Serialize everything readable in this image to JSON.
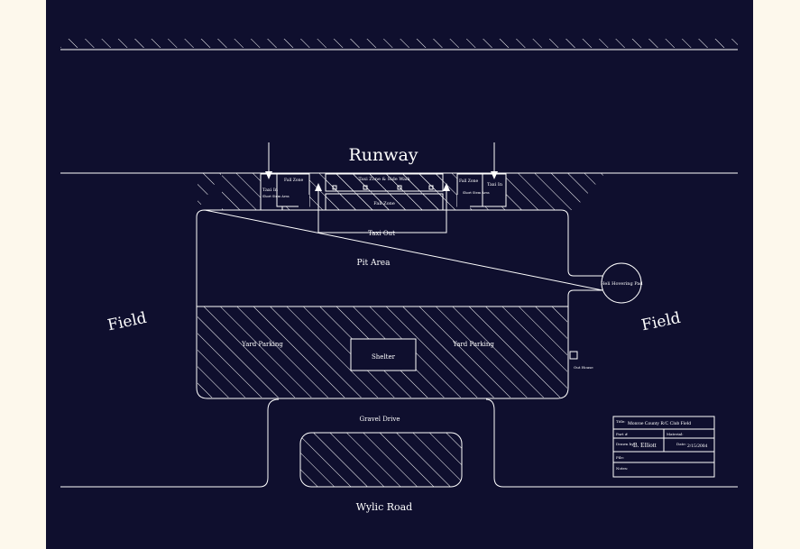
{
  "labels": {
    "runway": "Runway",
    "field_left": "Field",
    "field_right": "Field",
    "pit_area": "Pit Area",
    "taxi_out": "Taxi Out",
    "taxi_in_left": "Taxi In",
    "taxi_in_right": "Taxi In",
    "short_stem_left": "Short Stem Area",
    "short_stem_right": "Short Stem Area",
    "fall_left": "Fall Zone",
    "fall_right": "Fall Zone",
    "taxi_center_top": "Taxi Zone & Side Walk",
    "taxi_center_bottom": "Fall Zone",
    "heli_pad": "Heli Hovering Pad",
    "yard_parking_left": "Yard Parking",
    "yard_parking_right": "Yard Parking",
    "shelter": "Shelter",
    "out_house": "Out House",
    "gravel_drive": "Gravel Drive",
    "road": "Wylic Road"
  },
  "title_block": {
    "title_label": "Title:",
    "title_value": "Monroe County R/C Club Field",
    "part_label": "Part #",
    "material_label": "Material:",
    "drawn_label": "Drawn by:",
    "drawn_value": "B. Elliott",
    "date_label": "Date:",
    "date_value": "2/15/2004",
    "file_label": "File:",
    "notes_label": "Notes:"
  },
  "colors": {
    "sheet_background": "#0f0f2e",
    "page_background": "#fdf8ec",
    "line": "#ffffff"
  }
}
